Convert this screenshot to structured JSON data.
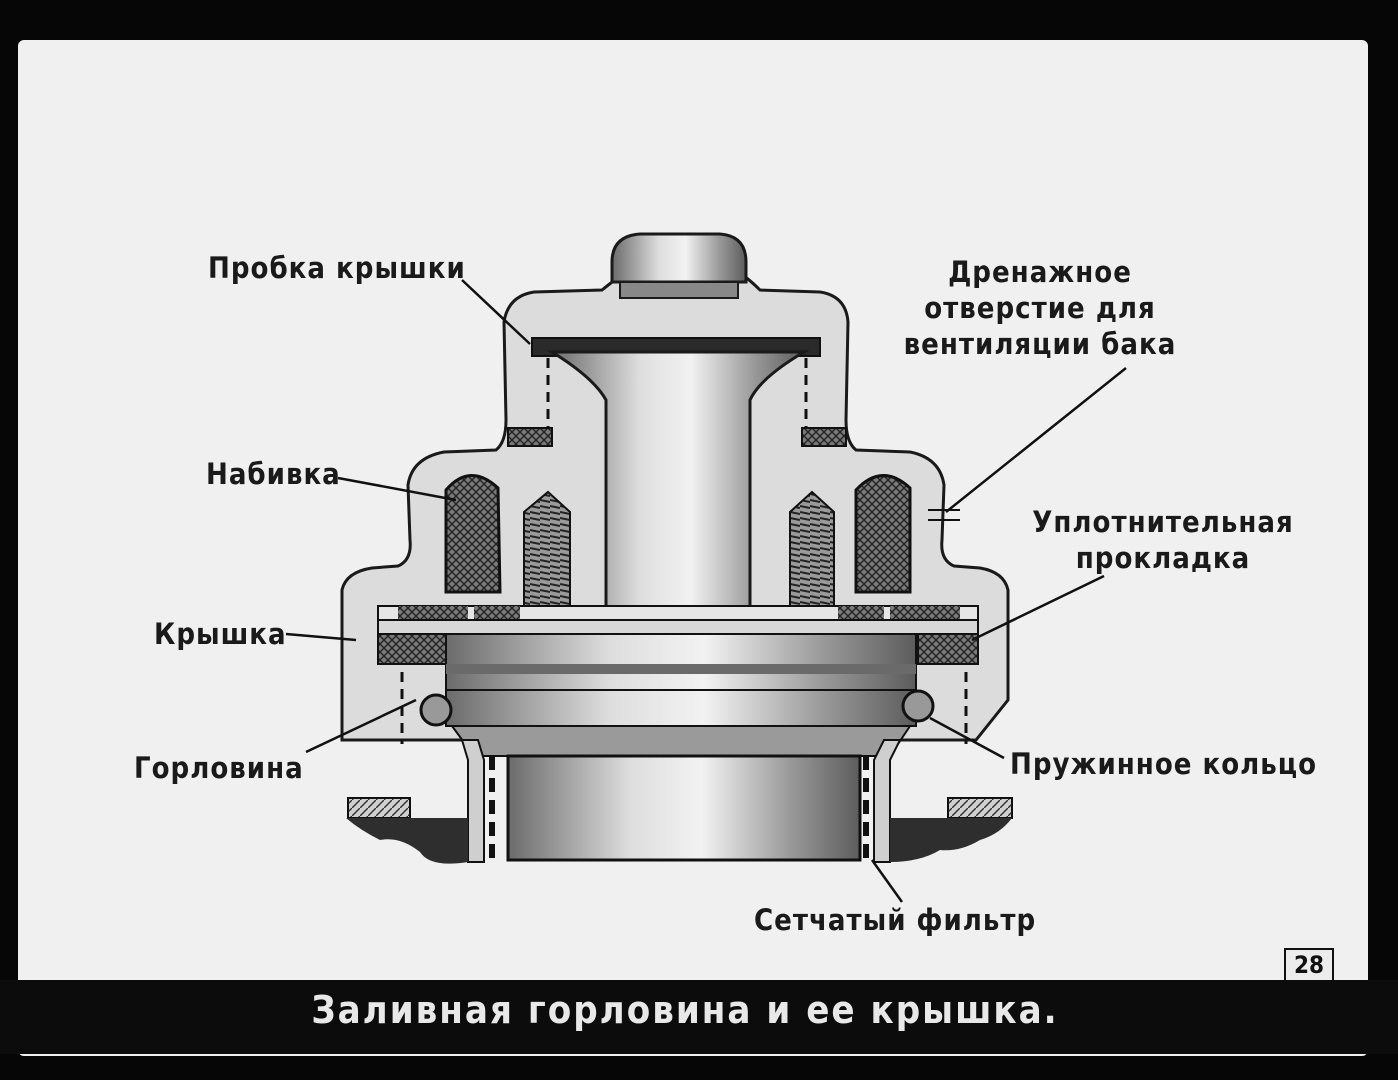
{
  "labels": {
    "cap_plug": "Пробка крышки",
    "drain_line1": "Дренажное",
    "drain_line2": "отверстие для",
    "drain_line3": "вентиляции бака",
    "packing": "Набивка",
    "gasket_line1": "Уплотнительная",
    "gasket_line2": "прокладка",
    "cover": "Крышка",
    "neck": "Горловина",
    "spring_ring": "Пружинное кольцо",
    "mesh_filter": "Сетчатый фильтр"
  },
  "page_number": "28",
  "caption": "Заливная горловина и ее крышка.",
  "colors": {
    "background": "#060606",
    "slide": "#f0f0f0",
    "ink": "#1a1a1a",
    "metal_dark": "#5a5a5a",
    "metal_light": "#e6e6e6"
  }
}
